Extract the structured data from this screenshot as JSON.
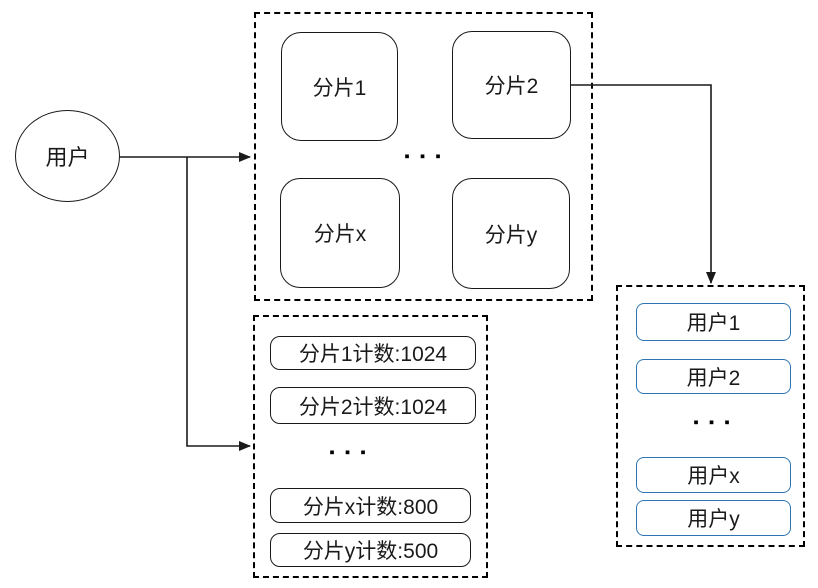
{
  "diagram": {
    "user_node": {
      "label": "用户"
    },
    "shards_panel": {
      "ellipsis": "▪ ▪ ▪",
      "items": [
        {
          "label": "分片1"
        },
        {
          "label": "分片2"
        },
        {
          "label": "分片x"
        },
        {
          "label": "分片y"
        }
      ]
    },
    "counts_panel": {
      "ellipsis": "▪ ▪ ▪",
      "items": [
        {
          "label": "分片1计数:1024"
        },
        {
          "label": "分片2计数:1024"
        },
        {
          "label": "分片x计数:800"
        },
        {
          "label": "分片y计数:500"
        }
      ]
    },
    "users_panel": {
      "ellipsis": "▪ ▪ ▪",
      "items": [
        {
          "label": "用户1"
        },
        {
          "label": "用户2"
        },
        {
          "label": "用户x"
        },
        {
          "label": "用户y"
        }
      ]
    },
    "colors": {
      "line": "#1a1a1a",
      "user_box_border": "#2e74b5"
    }
  }
}
